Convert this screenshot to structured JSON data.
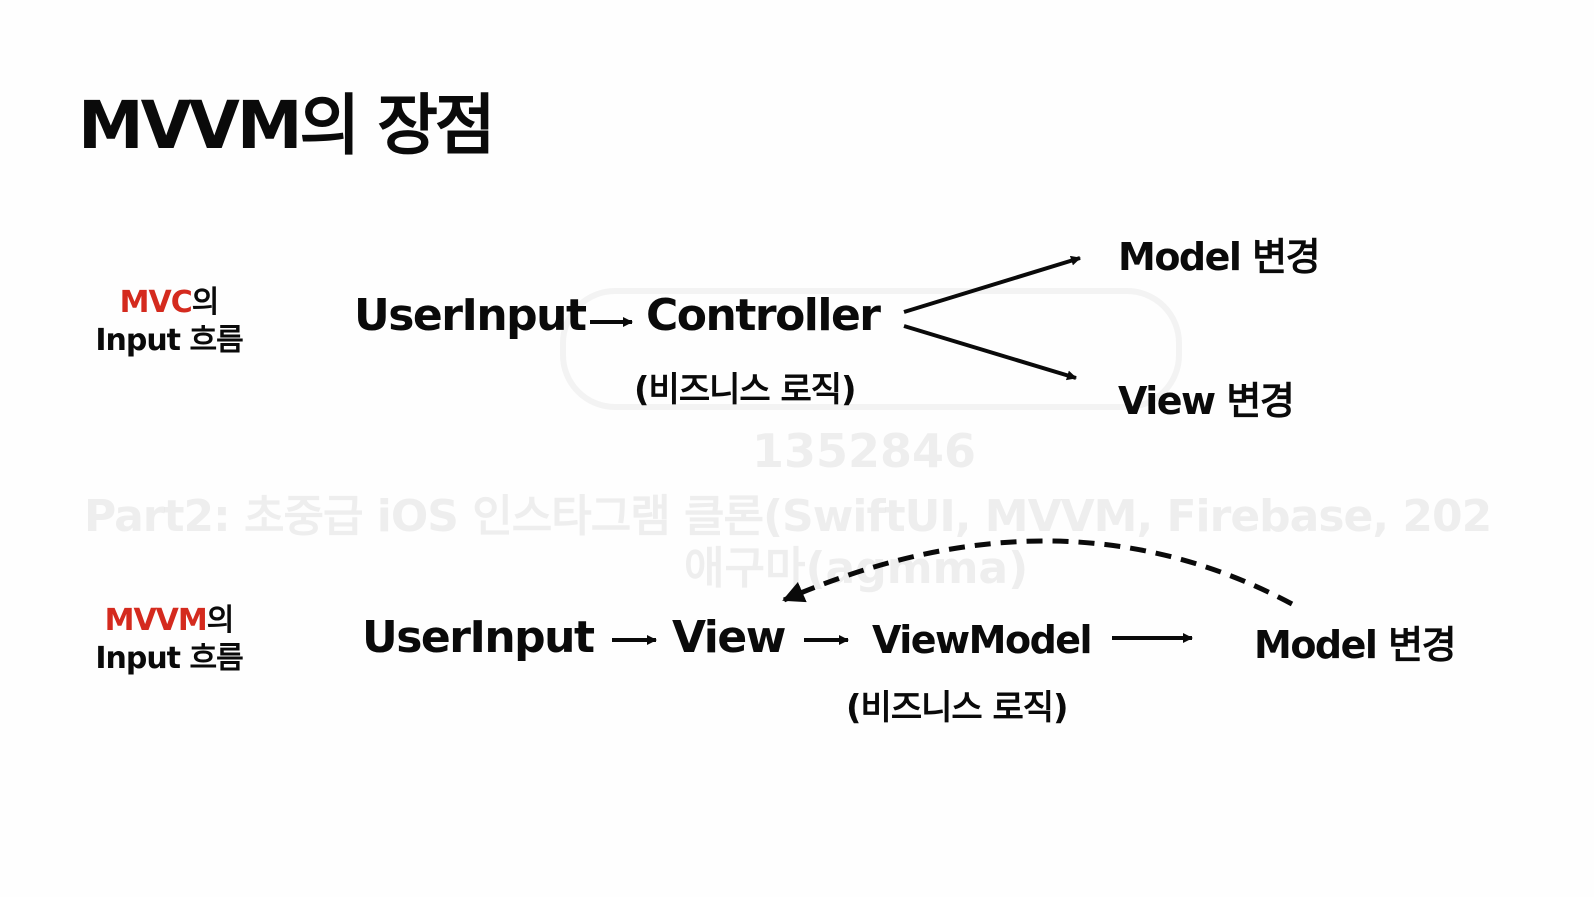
{
  "title": "MVVM의 장점",
  "mvc": {
    "label_accent": "MVC",
    "label_suffix": "의",
    "label_line2": "Input 흐름",
    "user_input": "UserInput",
    "controller": "Controller",
    "controller_note": "(비즈니스 로직)",
    "model_change": "Model 변경",
    "view_change": "View 변경"
  },
  "mvvm": {
    "label_accent": "MVVM",
    "label_suffix": "의",
    "label_line2": "Input 흐름",
    "user_input": "UserInput",
    "view": "View",
    "viewmodel": "ViewModel",
    "viewmodel_note": "(비즈니스 로직)",
    "model_change": "Model 변경"
  },
  "watermark": {
    "id": "1352846",
    "course": "Part2: 초중급 iOS 인스타그램 클론(SwiftUI, MVVM, Firebase, 202",
    "author": "애구마(agmma)"
  },
  "colors": {
    "accent": "#d42a1e",
    "text": "#0a0a0a",
    "background": "#fefefe"
  }
}
